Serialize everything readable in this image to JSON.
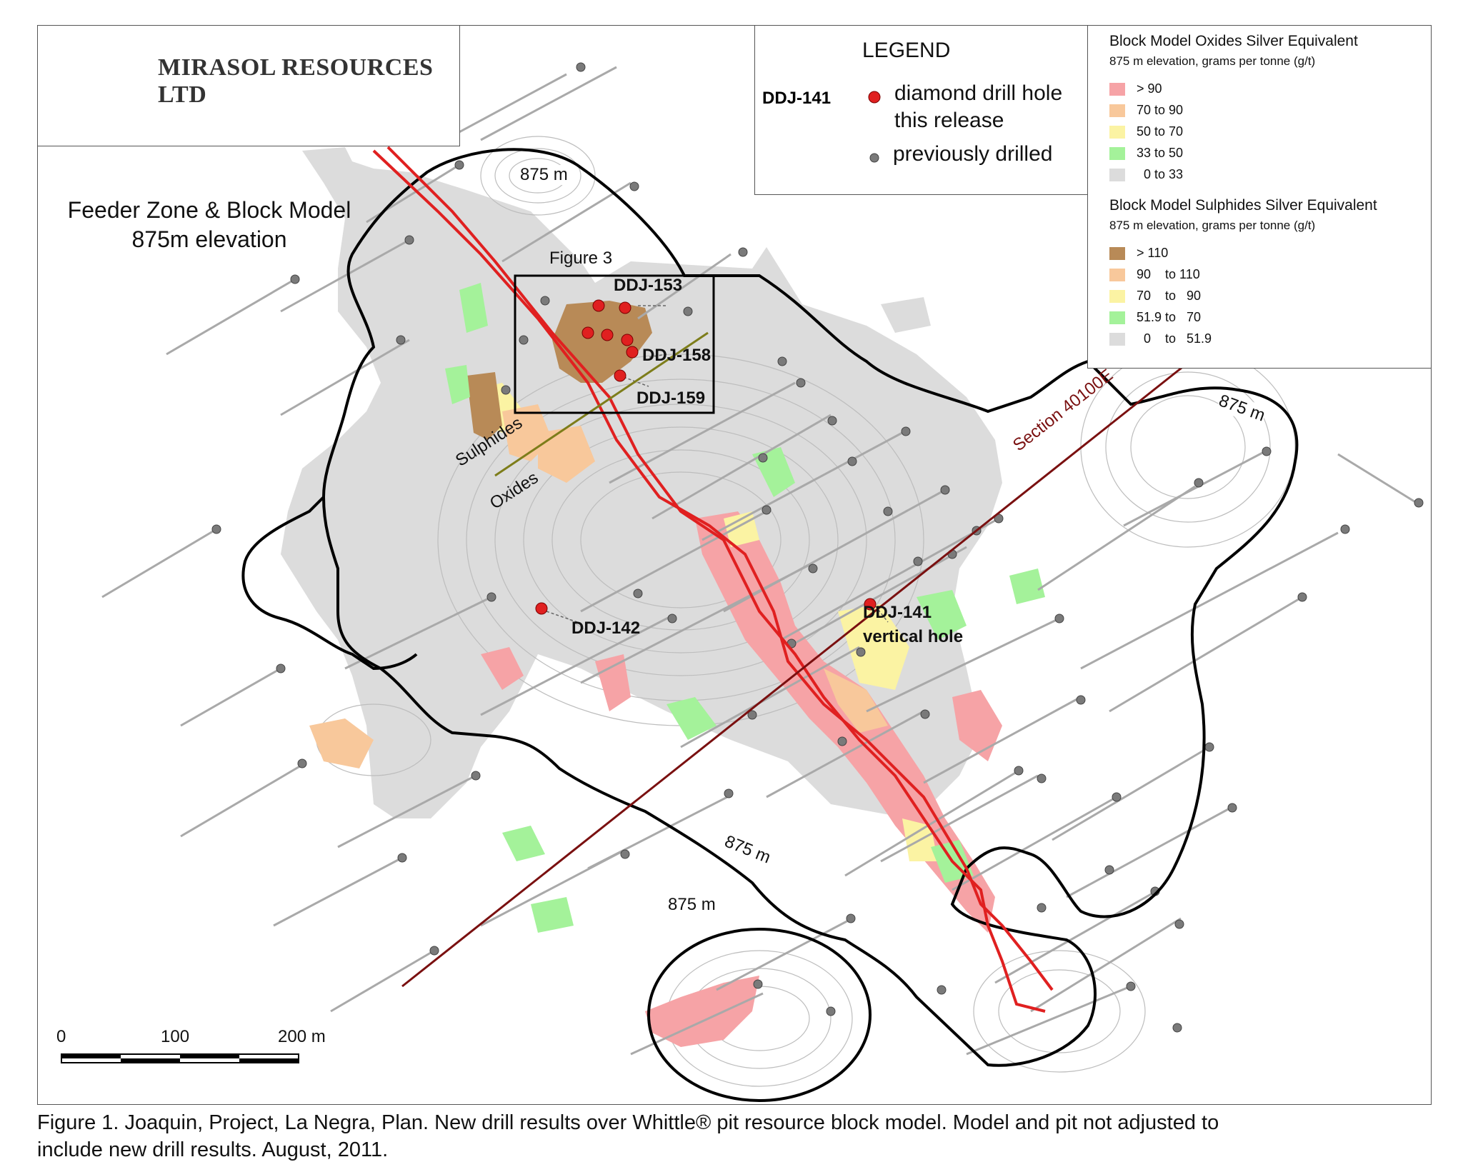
{
  "company": "MIRASOL RESOURCES LTD",
  "map_title": [
    "Feeder Zone & Block Model",
    "875m elevation"
  ],
  "legend": {
    "title": "LEGEND",
    "sample_hole": "DDJ-141",
    "new_hole_label_line1": "diamond drill hole",
    "new_hole_label_line2": "this release",
    "old_hole_label": "previously drilled",
    "new_hole_color": "#e02020",
    "old_hole_color": "#7a7a7a"
  },
  "oxides": {
    "title": "Block Model Oxides Silver Equivalent",
    "subtitle": "875 m elevation, grams per tonne (g/t)",
    "classes": [
      {
        "label": "> 90",
        "color": "#f6a3a6"
      },
      {
        "label": "70 to 90",
        "color": "#f8c89b"
      },
      {
        "label": "50 to 70",
        "color": "#fbf3a3"
      },
      {
        "label": "33 to 50",
        "color": "#a4f29a"
      },
      {
        "label": "  0 to 33",
        "color": "#dcdcdc"
      }
    ]
  },
  "sulphides": {
    "title": "Block Model Sulphides Silver Equivalent",
    "subtitle": "875 m elevation, grams per tonne (g/t)",
    "classes": [
      {
        "label": "> 110",
        "color": "#b88a57"
      },
      {
        "label": "90    to 110",
        "color": "#f8c89b"
      },
      {
        "label": "70    to   90",
        "color": "#fbf3a3"
      },
      {
        "label": "51.9 to   70",
        "color": "#a4f29a"
      },
      {
        "label": "  0    to   51.9",
        "color": "#dcdcdc"
      }
    ]
  },
  "labels": {
    "figure3": "Figure 3",
    "ddj153": "DDJ-153",
    "ddj158": "DDJ-158",
    "ddj159": "DDJ-159",
    "ddj142": "DDJ-142",
    "ddj141": "DDJ-141",
    "vertical": "vertical hole",
    "sulphides": "Sulphides",
    "oxides": "Oxides",
    "section": "Section 40100E",
    "contour": "875 m"
  },
  "scale": {
    "ticks": [
      "0",
      "100",
      "200 m"
    ]
  },
  "caption_line1": "Figure 1. Joaquin, Project, La Negra, Plan. New drill results over Whittle® pit resource block model. Model and pit not adjusted to",
  "caption_line2": "include new drill results. August, 2011."
}
